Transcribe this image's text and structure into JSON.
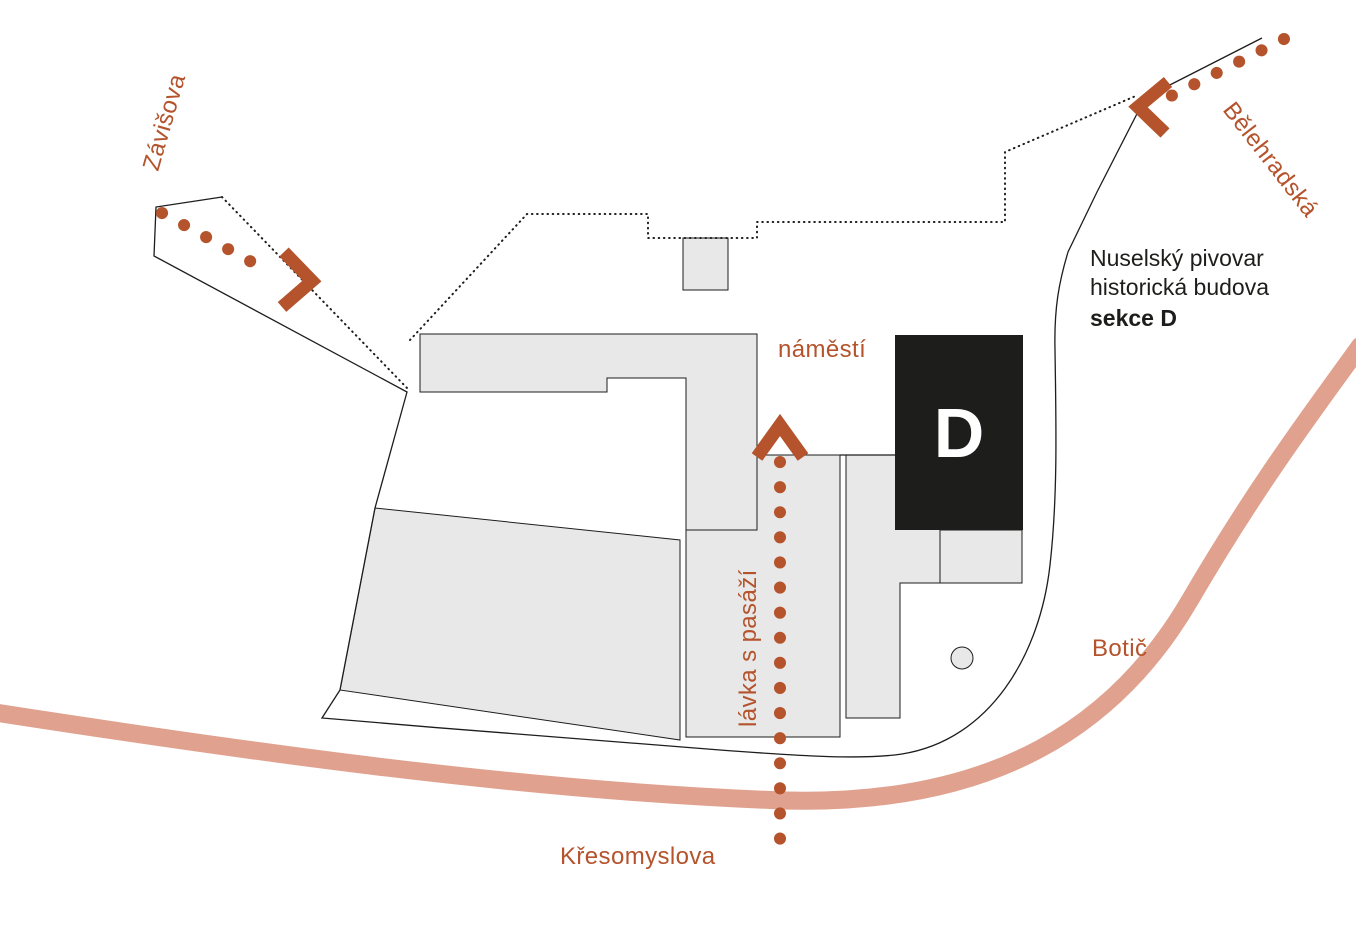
{
  "labels": {
    "zavisova": "Závišova",
    "belehradska": "Bělehradská",
    "namesti": "náměstí",
    "lavka": "lávka s pasáží",
    "botic": "Botič",
    "kresomyslova": "Křesomyslova"
  },
  "info": {
    "line1": "Nuselský pivovar",
    "line2": "historická budova",
    "line3": "sekce D"
  },
  "building_d": {
    "letter": "D"
  },
  "colors": {
    "accent": "#b4532c",
    "stream": "#e0a18e",
    "building_fill": "#e8e8e8",
    "building_d_fill": "#1d1d1b",
    "outline": "#1d1d1b"
  }
}
